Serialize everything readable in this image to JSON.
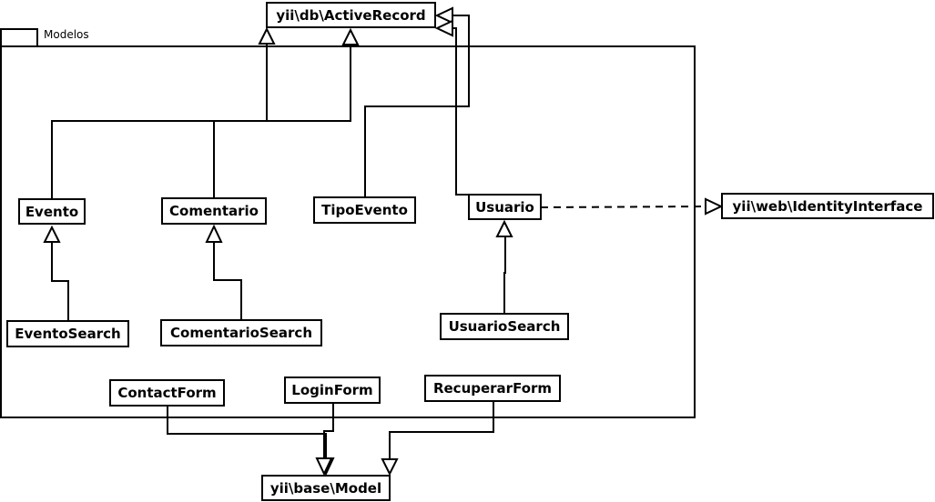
{
  "package": {
    "label": "Modelos"
  },
  "classes": {
    "active_record": "yii\\db\\ActiveRecord",
    "identity_interface": "yii\\web\\IdentityInterface",
    "base_model": "yii\\base\\Model",
    "evento": "Evento",
    "comentario": "Comentario",
    "tipo_evento": "TipoEvento",
    "usuario": "Usuario",
    "evento_search": "EventoSearch",
    "comentario_search": "ComentarioSearch",
    "usuario_search": "UsuarioSearch",
    "contact_form": "ContactForm",
    "login_form": "LoginForm",
    "recuperar_form": "RecuperarForm"
  }
}
